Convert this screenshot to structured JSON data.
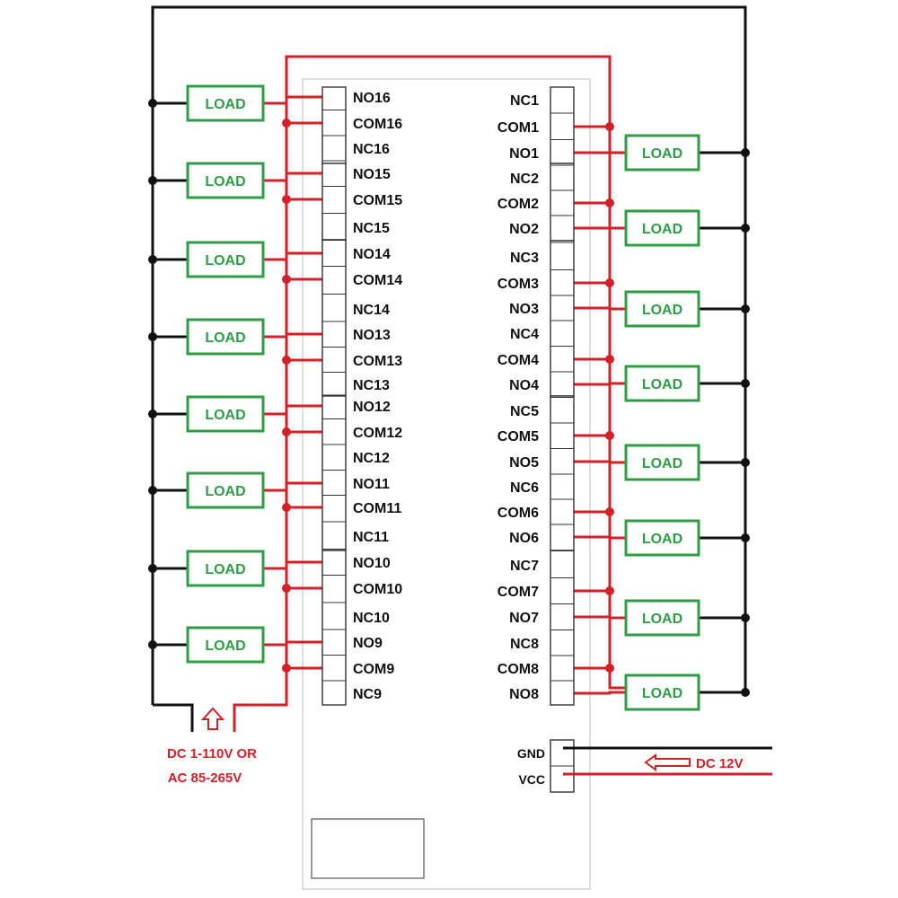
{
  "colors": {
    "wire_red": "#d42127",
    "wire_black": "#111111",
    "load_green": "#2e9e46",
    "board_outline": "#bbbbbb",
    "terminal_outline": "#333333"
  },
  "load_label": "LOAD",
  "left_terminals": [
    "NO16",
    "COM16",
    "NC16",
    "NO15",
    "COM15",
    "NC15",
    "NO14",
    "COM14",
    "NC14",
    "NO13",
    "COM13",
    "NC13",
    "NO12",
    "COM12",
    "NC12",
    "NO11",
    "COM11",
    "NC11",
    "NO10",
    "COM10",
    "NC10",
    "NO9",
    "COM9",
    "NC9"
  ],
  "right_terminals": [
    "NC1",
    "COM1",
    "NO1",
    "NC2",
    "COM2",
    "NO2",
    "NC3",
    "COM3",
    "NO3",
    "NC4",
    "COM4",
    "NO4",
    "NC5",
    "COM5",
    "NO5",
    "NC6",
    "COM6",
    "NO6",
    "NC7",
    "COM7",
    "NO7",
    "NC8",
    "COM8",
    "NO8"
  ],
  "power_terminals": [
    "GND",
    "VCC"
  ],
  "load_power_label": {
    "line1": "DC 1-110V OR",
    "line2": "AC 85-265V"
  },
  "control_power_label": "DC 12V"
}
